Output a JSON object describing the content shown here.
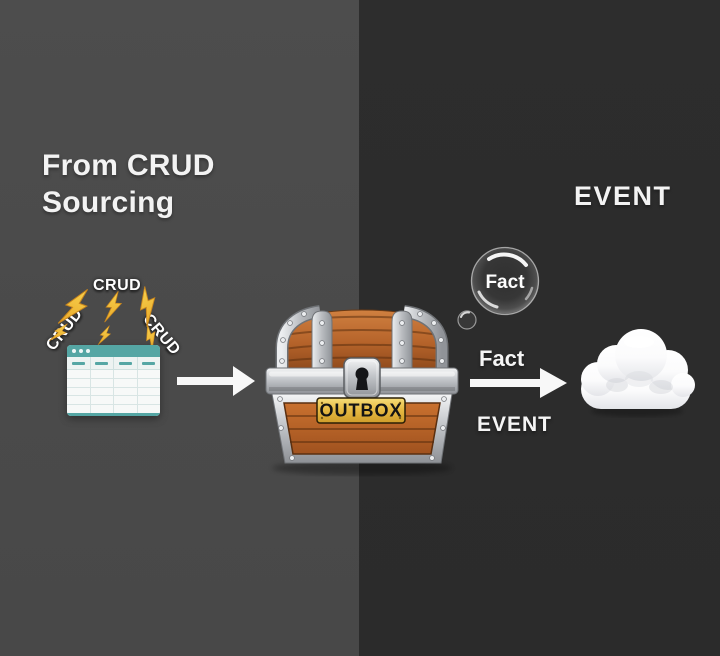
{
  "left_panel": {
    "title_line1": "From CRUD",
    "title_line2": "Sourcing",
    "crud_labels": [
      "CRUD",
      "CRUD",
      "CRUD"
    ]
  },
  "chest": {
    "plate_label": "OUTBOX"
  },
  "right_panel": {
    "heading": "EVENT",
    "bubble_label": "Fact",
    "fact_label": "Fact",
    "event_label": "EVENT"
  },
  "icons": {
    "table-icon": "grid-window",
    "lightning-bolt-icon": "⚡",
    "arrow-right-icon": "→",
    "treasure-chest-icon": "chest",
    "fact-bubble-icon": "◯",
    "cloud-icon": "☁"
  },
  "colors": {
    "left_background": "#4b4b4b",
    "right_background": "#2b2b2b",
    "table_teal": "#55a6a4",
    "bolt_yellow": "#f2c13d",
    "wood_brown": "#b5632a",
    "metal_silver": "#c2c5c9",
    "gold_plate": "#e7bb44",
    "text_white": "#f3f3f3"
  }
}
